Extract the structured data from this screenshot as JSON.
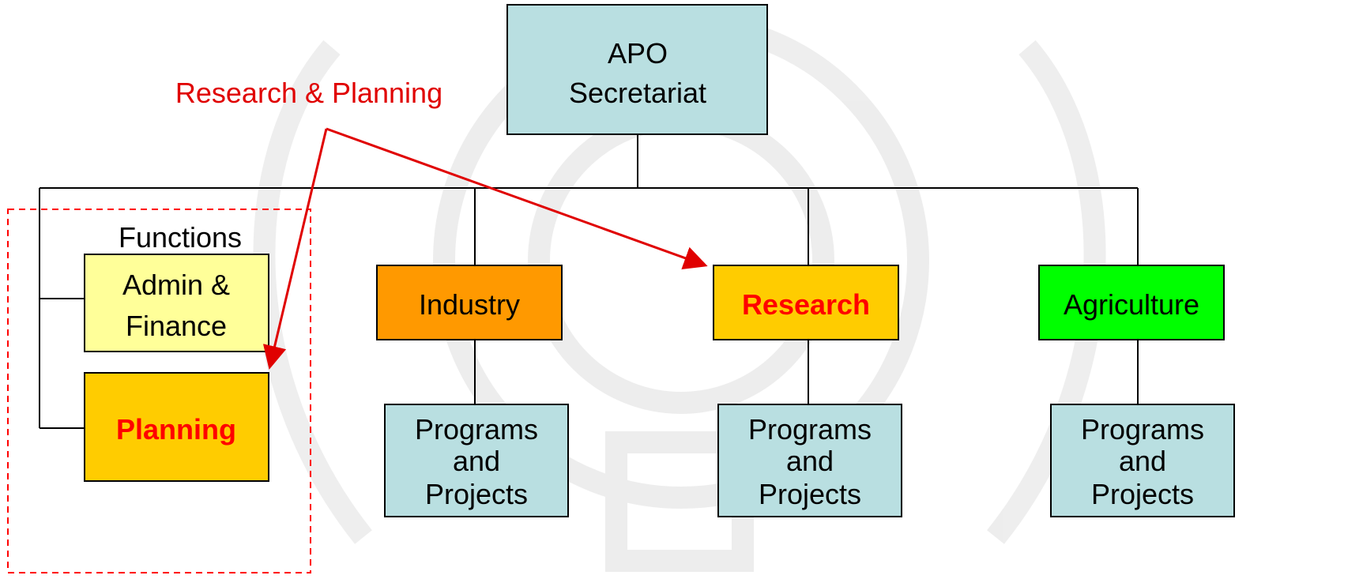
{
  "colors": {
    "box_blue": "#b9dfe1",
    "box_orange": "#ff9900",
    "box_gold": "#ffcc00",
    "box_green": "#00ff00",
    "box_lightyellow": "#ffff99",
    "highlight_red": "#ff0000",
    "annotation_red": "#e00000",
    "line_black": "#000000"
  },
  "annotation": {
    "label": "Research & Planning"
  },
  "group": {
    "label": "Functions"
  },
  "nodes": {
    "root": {
      "line1": "APO",
      "line2": "Secretariat"
    },
    "admin_finance": {
      "line1": "Admin &",
      "line2": "Finance"
    },
    "planning": {
      "label": "Planning"
    },
    "industry": {
      "label": "Industry"
    },
    "research": {
      "label": "Research"
    },
    "agriculture": {
      "label": "Agriculture"
    },
    "programs_industry": {
      "line1": "Programs",
      "line2": "and",
      "line3": "Projects"
    },
    "programs_research": {
      "line1": "Programs",
      "line2": "and",
      "line3": "Projects"
    },
    "programs_agriculture": {
      "line1": "Programs",
      "line2": "and",
      "line3": "Projects"
    }
  }
}
